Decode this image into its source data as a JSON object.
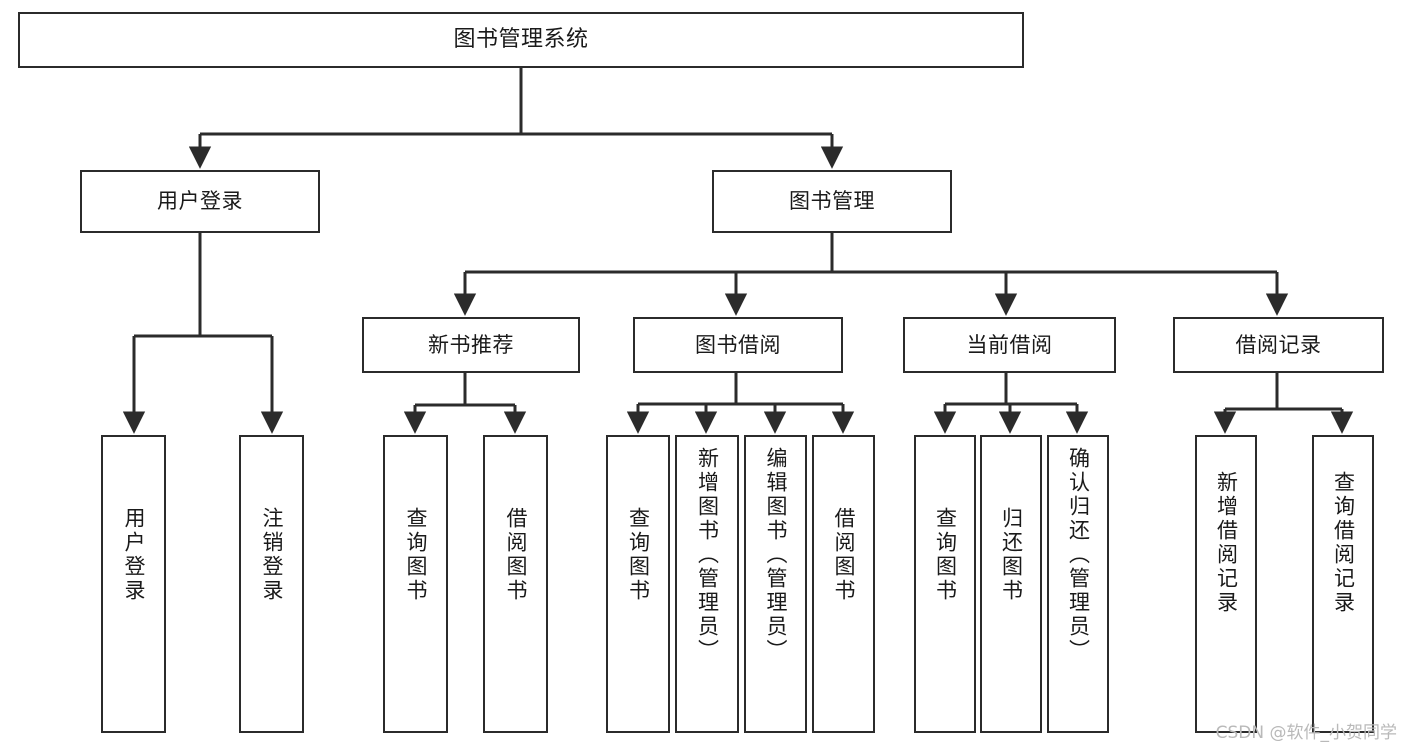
{
  "diagram": {
    "title": "图书管理系统",
    "type": "tree",
    "watermark": "CSDN @软件_小贺同学",
    "colors": {
      "box_border": "#2b2b2b",
      "box_fill": "#ffffff",
      "edge": "#2b2b2b",
      "text": "#1a1a1a",
      "watermark": "#b9b9b9",
      "background": "#ffffff"
    },
    "root": {
      "label": "图书管理系统"
    },
    "level2": [
      {
        "label": "用户登录"
      },
      {
        "label": "图书管理"
      }
    ],
    "level3": [
      {
        "label": "新书推荐"
      },
      {
        "label": "图书借阅"
      },
      {
        "label": "当前借阅"
      },
      {
        "label": "借阅记录"
      }
    ],
    "leaves": {
      "user_login": [
        {
          "label": "用户登录"
        },
        {
          "label": "注销登录"
        }
      ],
      "new_book_recommend": [
        {
          "label": "查询图书"
        },
        {
          "label": "借阅图书"
        }
      ],
      "book_borrow": [
        {
          "label": "查询图书"
        },
        {
          "label": "新增图书（管理员）"
        },
        {
          "label": "编辑图书（管理员）"
        },
        {
          "label": "借阅图书"
        }
      ],
      "current_borrow": [
        {
          "label": "查询图书"
        },
        {
          "label": "归还图书"
        },
        {
          "label": "确认归还（管理员）"
        }
      ],
      "borrow_records": [
        {
          "label": "新增借阅记录"
        },
        {
          "label": "查询借阅记录"
        }
      ]
    }
  }
}
